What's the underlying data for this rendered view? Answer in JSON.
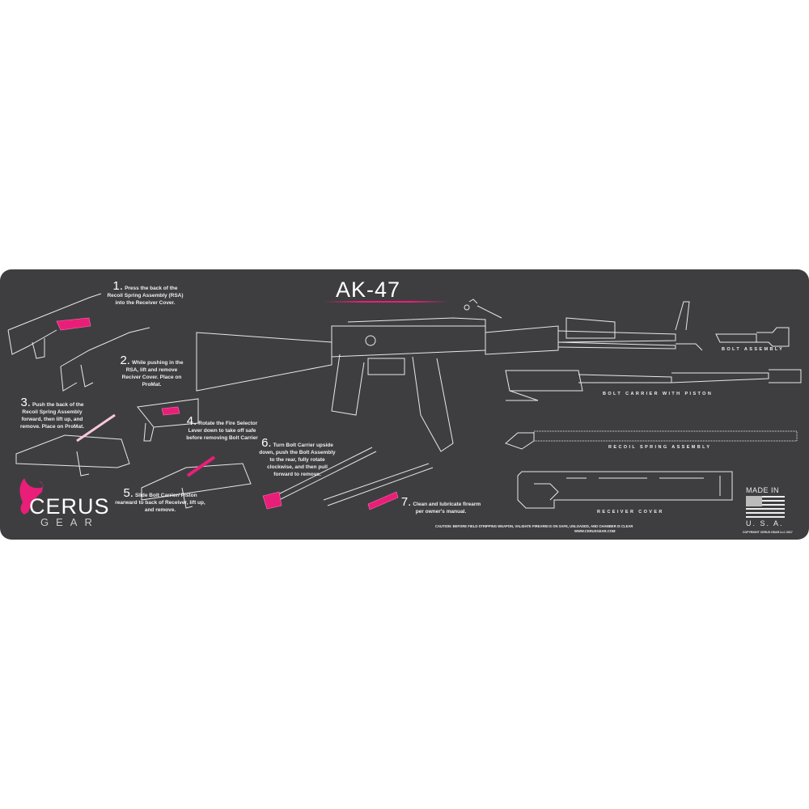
{
  "title": "AK-47",
  "brand": {
    "name": "CERUS",
    "sub": "GEAR",
    "color": "#e91e78"
  },
  "steps": [
    {
      "num": "1.",
      "text": "Press the back of the Recoil Spring Assembly (RSA) into the Receiver Cover."
    },
    {
      "num": "2.",
      "text": "While pushing in the RSA, lift and remove Reciver Cover. Place on ProMat."
    },
    {
      "num": "3.",
      "text": "Push the back of the Recoil Spring Assembly forward, then lift up, and remove. Place on ProMat."
    },
    {
      "num": "4.",
      "text": "Rotate the Fire Selector Lever down to take off safe before removing Bolt Carrier"
    },
    {
      "num": "5.",
      "text": "Slide Bolt Carrier/ Piston rearward to back of Receiver, lift up, and remove."
    },
    {
      "num": "6.",
      "text": "Turn Bolt Carrier upside down, push the Bolt Assembly to the rear, fully rotate clockwise, and then pull forward to remove."
    },
    {
      "num": "7.",
      "text": "Clean and lubricate firearm per owner's manual."
    }
  ],
  "parts": {
    "bolt": "BOLT ASSEMBLY",
    "carrier": "BOLT CARRIER WITH PISTON",
    "spring": "RECOIL SPRING ASSEMBLY",
    "cover": "RECEIVER COVER"
  },
  "caution": "CAUTION: BEFORE FIELD STRIPPING WEAPON, VALIDATE FIREARM IS ON SAFE, UNLOADED, AND CHAMBER IS CLEAR",
  "website": "WWW.CERUSGEAR.COM",
  "made_in": {
    "top": "MADE IN",
    "bottom": "U. S. A."
  },
  "copyright": "COPYRIGHT CERUS GEAR LLC 2017",
  "colors": {
    "mat": "#3e3e40",
    "accent": "#e91e78",
    "line": "#e8e8e8"
  }
}
